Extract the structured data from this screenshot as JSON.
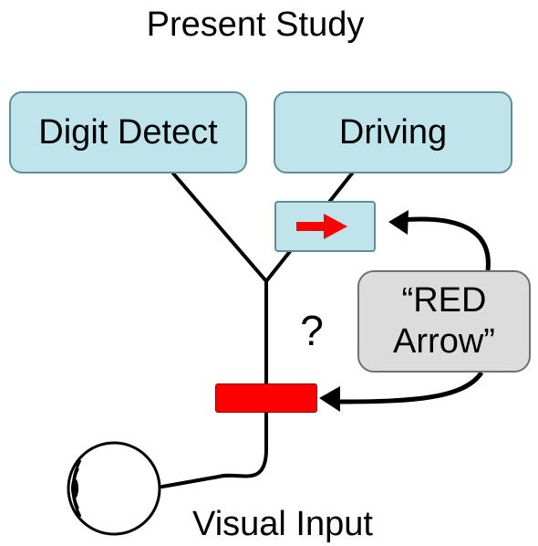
{
  "title": "Present Study",
  "boxes": {
    "digit_detect": "Digit Detect",
    "driving": "Driving",
    "cue_line1": "“RED",
    "cue_line2": "Arrow”"
  },
  "question_mark": "?",
  "caption": "Visual Input",
  "colors": {
    "box_fill": "#bfe4ec",
    "cue_fill": "#dcdcdc",
    "red": "#ff0000",
    "line": "#000000"
  },
  "icons": {
    "arrow": "red-right-arrow-icon",
    "eye": "eye-icon"
  }
}
